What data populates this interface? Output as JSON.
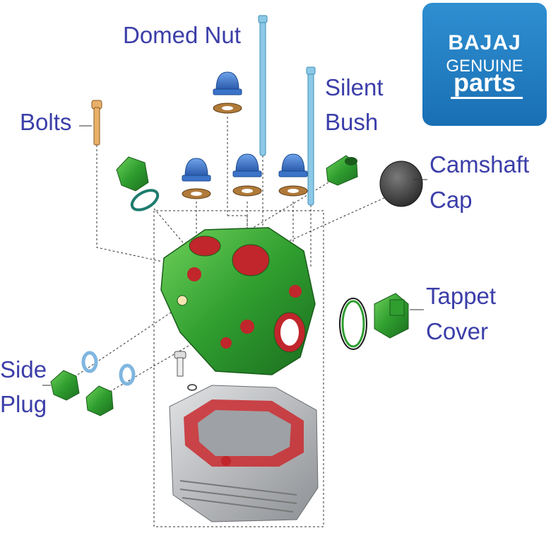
{
  "labels": {
    "domed_nut": "Domed Nut",
    "silent_bush_1": "Silent",
    "silent_bush_2": "Bush",
    "bolts": "Bolts",
    "camshaft_cap_1": "Camshaft",
    "camshaft_cap_2": "Cap",
    "tappet_cover_1": "Tappet",
    "tappet_cover_2": "Cover",
    "side_plug_1": "Side",
    "side_plug_2": "Plug"
  },
  "logo": {
    "brand": "BAJAJ",
    "line1": "GENUINE",
    "line2": "parts"
  },
  "colors": {
    "label_text": "#3b3ea8",
    "part_green": "#2f9e2f",
    "accent_red": "#c0262b",
    "nut_blue": "#3b73c9",
    "washer_bronze": "#b07a3a",
    "stud_cyan": "#8cc9e6",
    "head_gray": "#b4b6b8",
    "logo_blue": "#1f78c0"
  }
}
